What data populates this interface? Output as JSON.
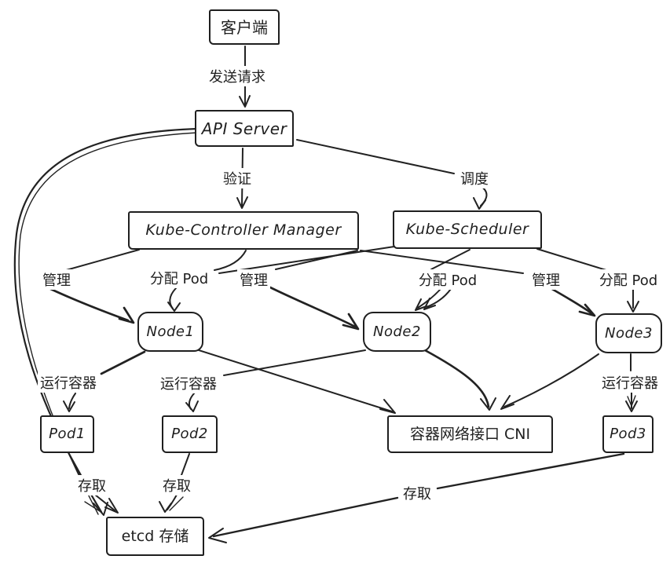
{
  "diagram": {
    "type": "flowchart",
    "style": "hand-drawn sketch, black strokes on white",
    "nodes": {
      "client": "客户端",
      "api_server": "API Server",
      "controller_manager": "Kube-Controller Manager",
      "scheduler": "Kube-Scheduler",
      "node1": "Node1",
      "node2": "Node2",
      "node3": "Node3",
      "pod1": "Pod1",
      "pod2": "Pod2",
      "pod3": "Pod3",
      "cni": "容器网络接口 CNI",
      "etcd": "etcd 存储"
    },
    "edge_labels": {
      "send_request": "发送请求",
      "verify": "验证",
      "schedule": "调度",
      "manage": "管理",
      "assign_pod": "分配 Pod",
      "run_container": "运行容器",
      "access": "存取"
    },
    "edges_described": [
      "客户端 -发送请求-> API Server",
      "API Server -验证-> Kube-Controller Manager",
      "API Server -调度-> Kube-Scheduler",
      "API Server -> etcd 存储 (long left curve)",
      "Kube-Controller Manager -管理-> Node1/Node2/Node3",
      "Kube-Scheduler -分配 Pod-> Node1/Node2/Node3",
      "Node1 -运行容器-> Pod1",
      "Node2 -运行容器-> Pod2",
      "Node3 -运行容器-> Pod3",
      "Node1/Node2/Node3 -> 容器网络接口 CNI",
      "Pod1 -存取-> etcd 存储",
      "Pod2 -存取-> etcd 存储",
      "Pod3 -存取-> etcd 存储"
    ],
    "colors": {
      "stroke": "#222222",
      "background": "#ffffff"
    }
  }
}
